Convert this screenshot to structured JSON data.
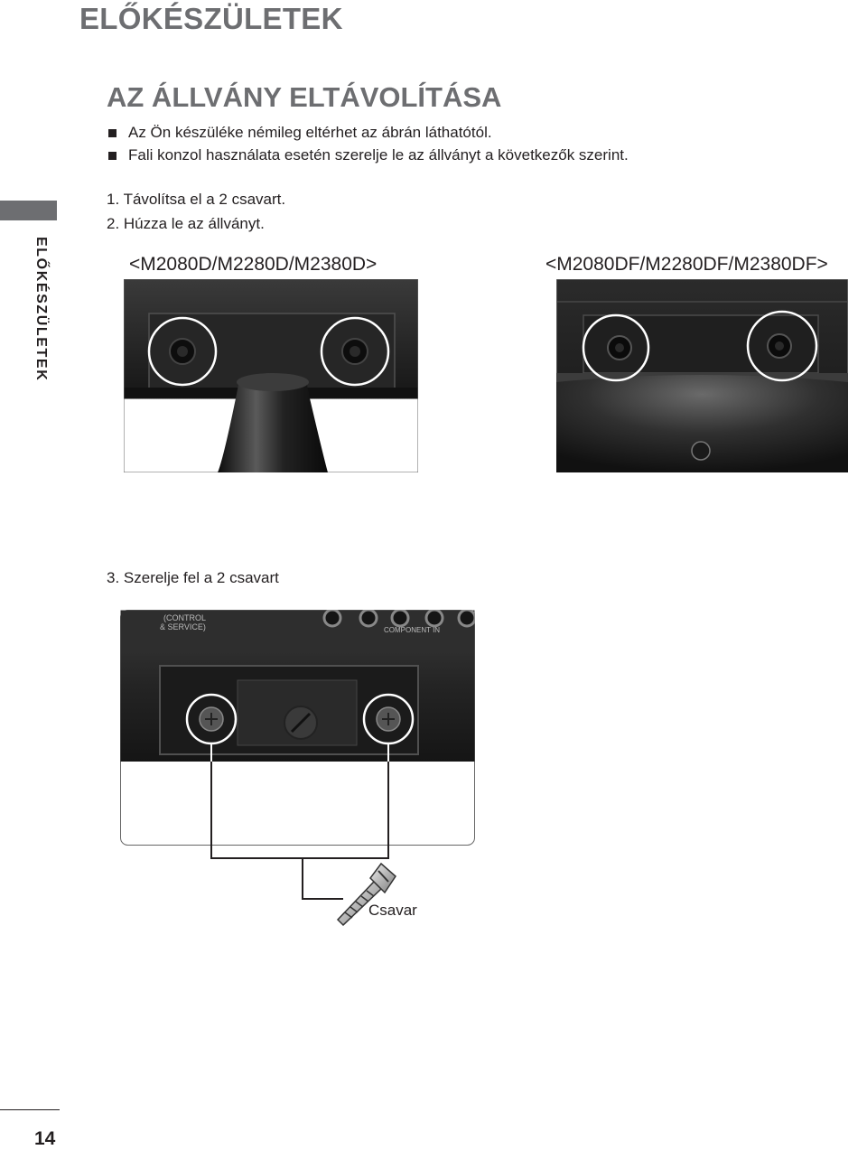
{
  "header": {
    "title": "ELŐKÉSZÜLETEK"
  },
  "section": {
    "title": "AZ ÁLLVÁNY ELTÁVOLÍTÁSA"
  },
  "notes": [
    "Az Ön készüléke némileg eltérhet az ábrán láthatótól.",
    "Fali konzol használata esetén szerelje le az állványt a következők szerint."
  ],
  "steps": {
    "step1": "1. Távolítsa el a 2 csavart.",
    "step2": "2. Húzza le az állványt.",
    "step3": "3. Szerelje fel a 2 csavart"
  },
  "models": {
    "left": "<M2080D/M2280D/M2380D>",
    "right": "<M2080DF/M2280DF/M2380DF>"
  },
  "photo_text": {
    "port_label_1": "(CONTROL",
    "port_label_2": "& SERVICE)",
    "component_label": "COMPONENT IN"
  },
  "screw_caption": "Csavar",
  "side_tab": {
    "label": "ELŐKÉSZÜLETEK"
  },
  "footer": {
    "page_number": "14"
  },
  "colors": {
    "heading_gray": "#6d6e71",
    "text": "#231f20",
    "photo_dark": "#1e1e1e",
    "circle_white": "#ffffff"
  }
}
